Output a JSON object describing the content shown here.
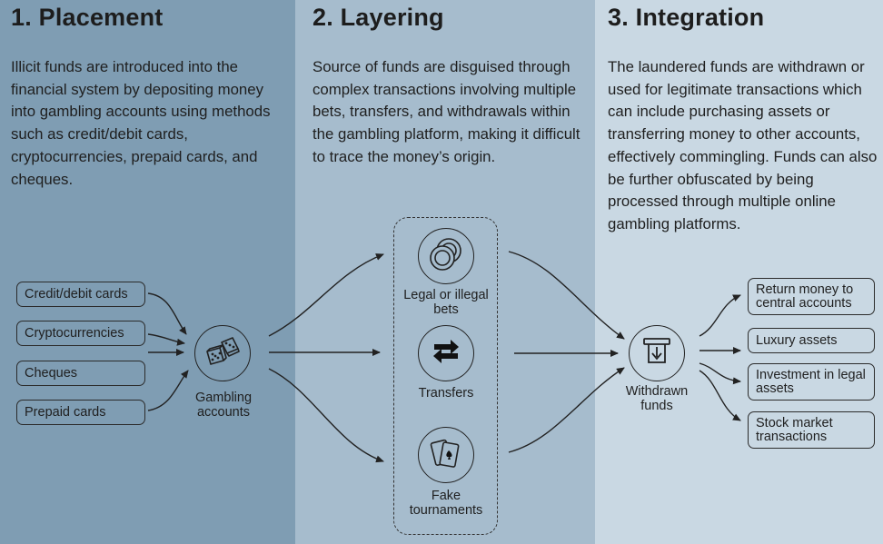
{
  "panels": [
    {
      "title": "1. Placement",
      "description": "Illicit funds are introduced into the financial system by depositing money into gambling accounts using methods such as credit/debit cards, cryptocurrencies, prepaid cards, and cheques."
    },
    {
      "title": "2. Layering",
      "description": "Source of funds are disguised through complex transactions involving multiple bets, transfers, and withdrawals within the gambling platform, making it difficult to trace the money’s origin."
    },
    {
      "title": "3. Integration",
      "description": "The laundered funds are withdrawn or used for legitimate transactions which can include purchasing assets or transferring money to other accounts, effectively commingling.  Funds can also be further obfuscated by being processed through multiple online gambling platforms."
    }
  ],
  "placement_sources": [
    "Credit/debit cards",
    "Cryptocurrencies",
    "Cheques",
    "Prepaid cards"
  ],
  "hub_gambling": "Gambling accounts",
  "layering_methods": [
    "Legal or illegal bets",
    "Transfers",
    "Fake tournaments"
  ],
  "hub_withdrawn": "Withdrawn funds",
  "integration_uses": [
    "Return money to central accounts",
    "Luxury assets",
    "Investment in legal assets",
    "Stock market transactions"
  ],
  "icons": [
    "dice-icon",
    "poker-chips-icon",
    "transfer-arrows-icon",
    "playing-cards-icon",
    "atm-withdraw-icon"
  ],
  "colors": {
    "panel1": "#7f9db3",
    "panel2": "#a6bccd",
    "panel3": "#c9d8e3",
    "line": "#222222"
  }
}
